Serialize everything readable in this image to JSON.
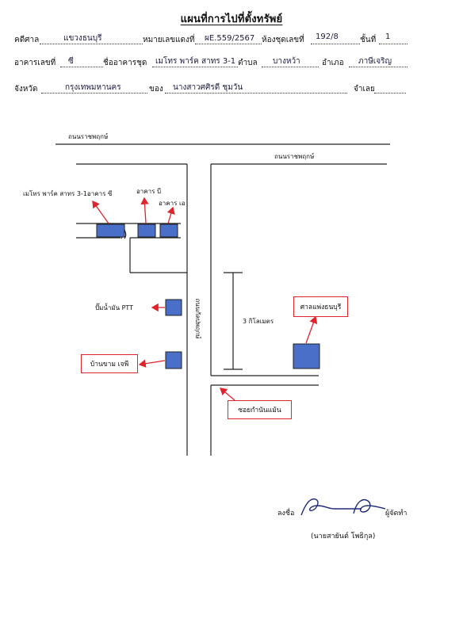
{
  "title": "แผนที่การไปที่ตั้งทรัพย์",
  "form": {
    "court_label": "คดีศาล",
    "court_value": "แขวงธนบุรี",
    "case_no_label": "หมายเลขแดงที่",
    "case_no_value": "ผE.559/2567",
    "room_label": "ห้องชุดเลขที่",
    "room_value": "192/8",
    "floor_label": "ชั้นที่",
    "floor_value": "1",
    "building_no_label": "อาคารเลขที่",
    "building_no_value": "ซี",
    "condo_label": "ชื่ออาคารชุด",
    "condo_value": "เมโทร พาร์ค สาทร 3-1",
    "subdistrict_label": "ตำบล",
    "subdistrict_value": "บางหว้า",
    "district_label": "อำเภอ",
    "district_value": "ภาษีเจริญ",
    "province_label": "จังหวัด",
    "province_value": "กรุงเทพมหานคร",
    "owner_label": "ของ",
    "owner_value": "นางสาวศศิรดี ชุมวัน",
    "defendant_label": "จำเลย"
  },
  "map": {
    "road_top_left": "ถนนราชพฤกษ์",
    "road_top_right": "ถนนราชพฤกษ์",
    "road_vertical": "ถนนกัลปพฤกษ์",
    "distance": "3 กิโลเมตร",
    "label_condo": "เมโทร พาร์ค สาทร 3-1อาคาร ซี",
    "label_bldg_b": "อาคาร บี",
    "label_bldg_a": "อาคาร เอ",
    "label_ptt": "ปั๊มน้ำมัน PTT",
    "label_house": "บ้านขาม เจพี",
    "label_shrine": "ศาลแพ่งธนบุรี",
    "label_soi": "ซอยกำนันแม้น",
    "building_color": "#4a6fc9",
    "arrow_color": "#e0242e"
  },
  "signature": {
    "sign_label": "ลงชื่อ",
    "role": "ผู้จัดทำ",
    "name": "(นายสายันต์ โพธิกุล)"
  }
}
